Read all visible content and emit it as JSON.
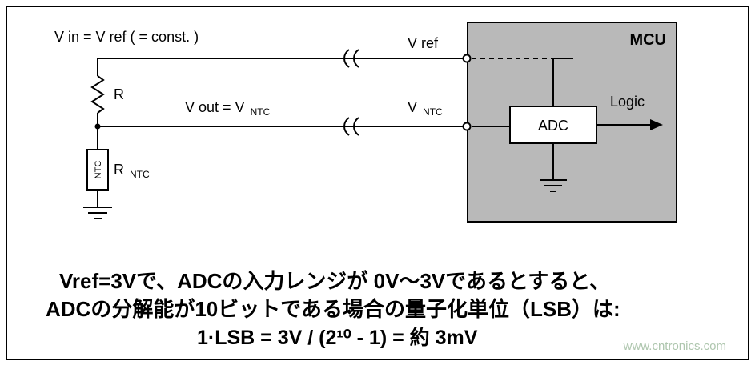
{
  "diagram": {
    "labels": {
      "vin_eq": "V in = V ref ( = const. )",
      "vref_pin": "V ref",
      "vout_base": "V out = V",
      "vout_sub": "NTC",
      "vntc_base": "V",
      "vntc_sub": "NTC",
      "r_label": "R",
      "ntc_box": "NTC",
      "rntc_base": "R",
      "rntc_sub": "NTC",
      "mcu": "MCU",
      "adc": "ADC",
      "logic": "Logic"
    },
    "colors": {
      "mcu_fill": "#b9b9b9",
      "adc_fill": "#ffffff",
      "line": "#000000"
    }
  },
  "caption": {
    "line1": "Vref=3Vで、ADCの入力レンジが 0V～3Vであるとすると、",
    "line2": "ADCの分解能が10ビットである場合の量子化単位（LSB）は:",
    "line3": "1·LSB = 3V / (2¹⁰ - 1) = 約 3mV"
  },
  "watermark": {
    "text": "www.cntronics.com",
    "color": "#aec6ae"
  }
}
